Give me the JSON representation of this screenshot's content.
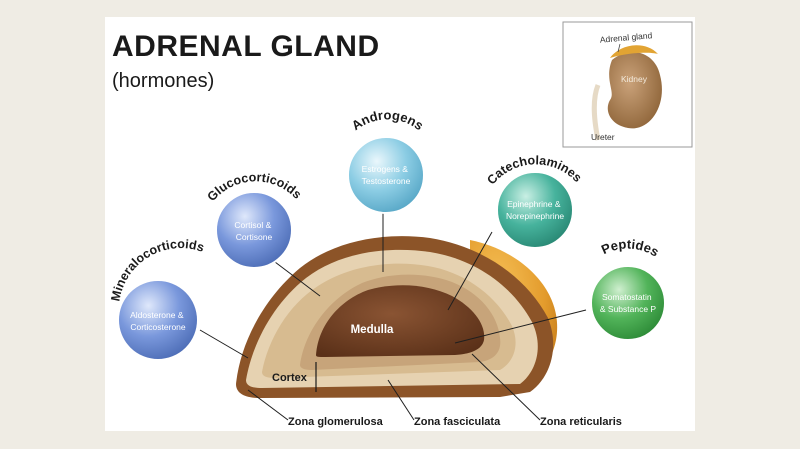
{
  "title": "ADRENAL GLAND",
  "subtitle": "(hormones)",
  "inset": {
    "gland_label": "Adrenal gland",
    "kidney_label": "Kidney",
    "ureter_label": "Ureter"
  },
  "hormone_groups": [
    {
      "name": "Mineralocorticoids",
      "detail_line1": "Aldosterone &",
      "detail_line2": "Corticosterone",
      "color": "#6f8fd6"
    },
    {
      "name": "Glucocorticoids",
      "detail_line1": "Cortisol &",
      "detail_line2": "Cortisone",
      "color": "#6f8fd6"
    },
    {
      "name": "Androgens",
      "detail_line1": "Estrogens &",
      "detail_line2": "Testosterone",
      "color": "#7fc6e0"
    },
    {
      "name": "Catecholamines",
      "detail_line1": "Epinephrine &",
      "detail_line2": "Norepinephrine",
      "color": "#3fae98"
    },
    {
      "name": "Peptides",
      "detail_line1": "Somatostatin",
      "detail_line2": "& Substance P",
      "color": "#4caf55"
    }
  ],
  "gland_regions": {
    "medulla": "Medulla",
    "cortex": "Cortex",
    "zona_glomerulosa": "Zona glomerulosa",
    "zona_fasciculata": "Zona fasciculata",
    "zona_reticularis": "Zona reticularis"
  }
}
